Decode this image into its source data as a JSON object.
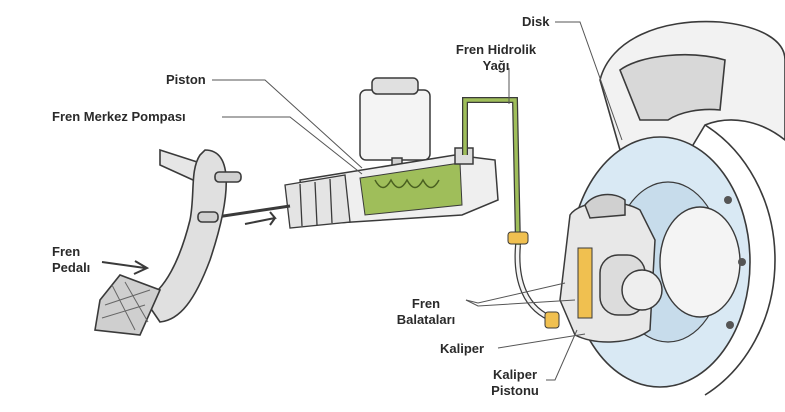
{
  "labels": {
    "disk": "Disk",
    "fren_hidrolik": "Fren Hidrolik",
    "yagi": "Yağı",
    "piston": "Piston",
    "fren_merkez_pompasi": "Fren Merkez Pompası",
    "fren_1": "Fren",
    "pedali": "Pedalı",
    "fren_2": "Fren",
    "balatalari": "Balataları",
    "kaliper": "Kaliper",
    "kaliper_1": "Kaliper",
    "pistonu": "Pistonu"
  },
  "colors": {
    "hydraulic_fluid": "#9fbe5a",
    "disk_fill": "#d9e9f4",
    "line_art": "#3a3a3a",
    "brake_pad": "#f0c050"
  }
}
